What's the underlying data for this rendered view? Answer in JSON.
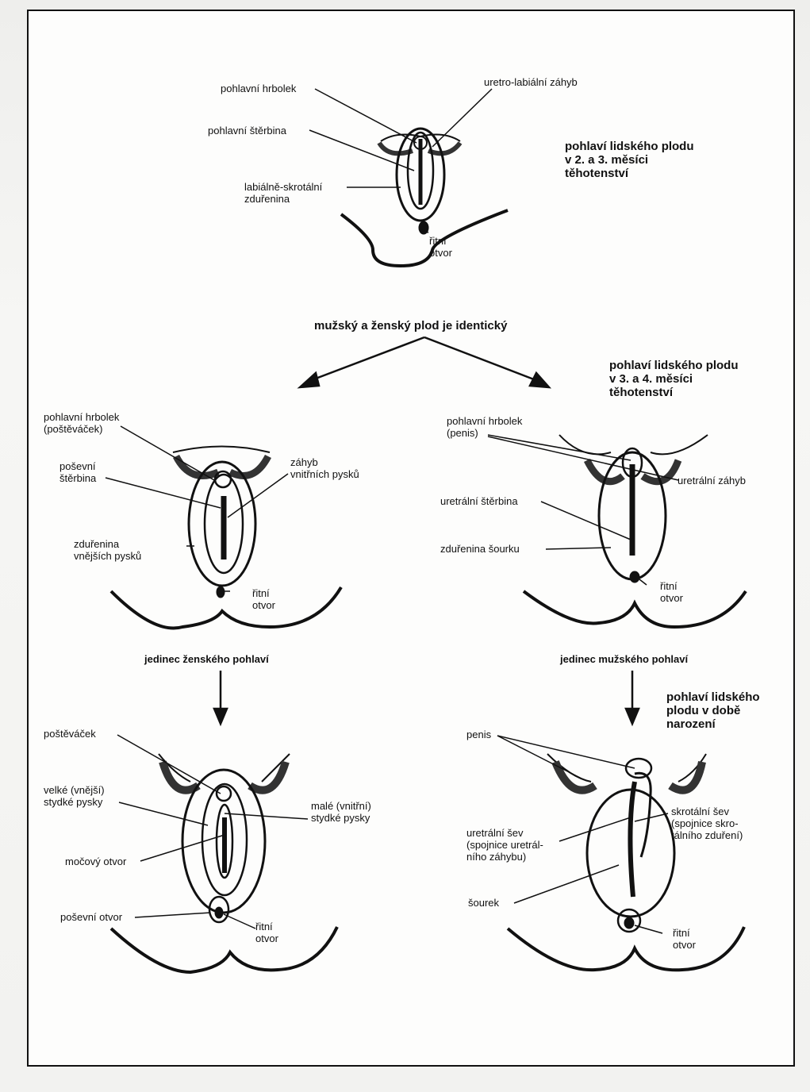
{
  "stage1": {
    "title": "pohlaví lidského plodu\nv 2. a 3. měsíci\ntěhotenství",
    "labels": {
      "tubercle": "pohlavní hrbolek",
      "uretro_fold": "uretro-labiální záhyb",
      "cleft": "pohlavní štěrbina",
      "swelling": "labiálně-skrotální\nzduřenina",
      "anus": "řitní\notvor"
    }
  },
  "identical_text": "mužský a ženský plod je identický",
  "stage2_female": {
    "labels": {
      "clitoris": "pohlavní hrbolek\n(poštěváček)",
      "vaginal_cleft": "poševní\nštěrbina",
      "inner_fold": "záhyb\nvnitřních pysků",
      "outer_swelling": "zduřenina\nvnějších pysků",
      "anus": "řitní\notvor"
    }
  },
  "stage2_male": {
    "title": "pohlaví lidského plodu\nv 3. a 4. měsíci\ntěhotenství",
    "labels": {
      "penis": "pohlavní hrbolek\n(penis)",
      "urethral_fold": "uretrální záhyb",
      "urethral_cleft": "uretrální štěrbina",
      "scrotal_swelling": "zduřenina šourku",
      "anus": "řitní\notvor"
    }
  },
  "female_individual": "jedinec ženského pohlaví",
  "male_individual": "jedinec mužského pohlaví",
  "stage3_female": {
    "labels": {
      "clitoris": "poštěváček",
      "labia_major": "velké (vnější)\nstydké pysky",
      "labia_minor": "malé (vnitřní)\nstydké pysky",
      "urethral_opening": "močový otvor",
      "vaginal_opening": "poševní otvor",
      "anus": "řitní\notvor"
    }
  },
  "stage3_male": {
    "title": "pohlaví lidského\nplodu v době\nnarození",
    "labels": {
      "penis": "penis",
      "scrotal_raphe": "skrotální šev\n(spojnice skro-\ntálního zduření)",
      "urethral_raphe": "uretrální šev\n(spojnice uretrál-\nního záhybu)",
      "scrotum": "šourek",
      "anus": "řitní\notvor"
    }
  }
}
